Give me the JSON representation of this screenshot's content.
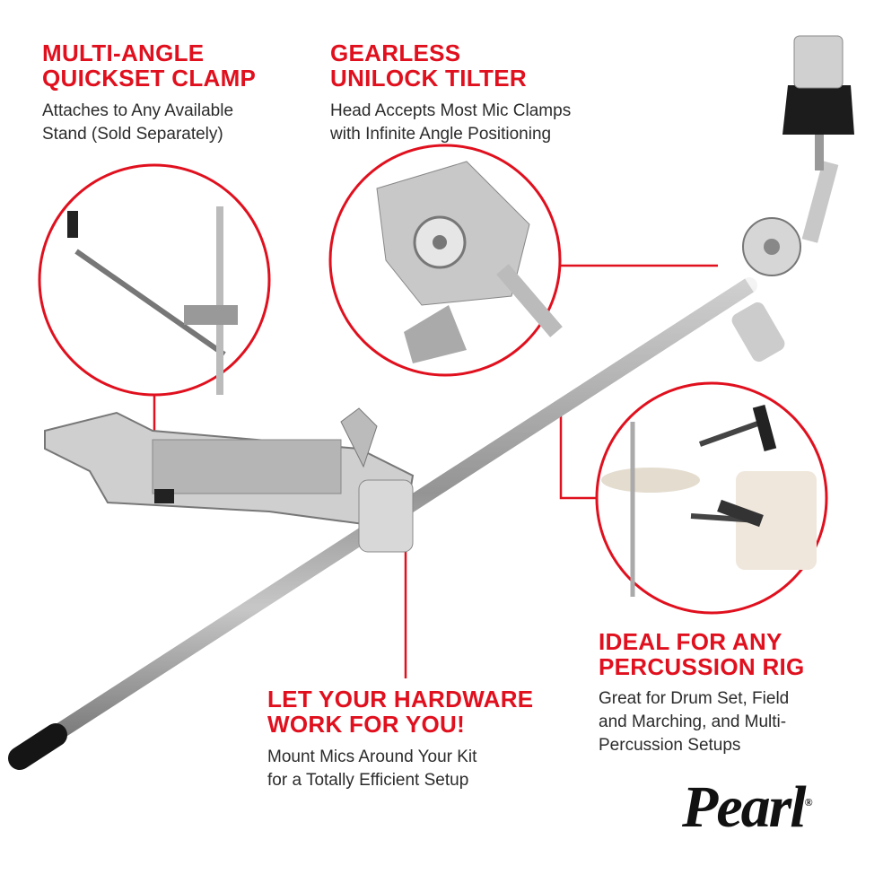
{
  "features": [
    {
      "heading_line1": "MULTI-ANGLE",
      "heading_line2": "QUICKSET CLAMP",
      "desc_line1": "Attaches to Any Available",
      "desc_line2": "Stand (Sold Separately)"
    },
    {
      "heading_line1": "GEARLESS",
      "heading_line2": "UNILOCK TILTER",
      "desc_line1": "Head Accepts Most Mic Clamps",
      "desc_line2": "with Infinite Angle Positioning"
    },
    {
      "heading_line1": "LET YOUR HARDWARE",
      "heading_line2": "WORK FOR YOU!",
      "desc_line1": "Mount Mics Around Your Kit",
      "desc_line2": "for a Totally Efficient Setup"
    },
    {
      "heading_line1": "IDEAL FOR ANY",
      "heading_line2": "PERCUSSION RIG",
      "desc_line1": "Great for Drum Set, Field",
      "desc_line2": "and Marching, and Multi-",
      "desc_line3": "Percussion Setups"
    }
  ],
  "brand": {
    "logo_text": "Pearl",
    "accent_color": "#e0101e"
  }
}
